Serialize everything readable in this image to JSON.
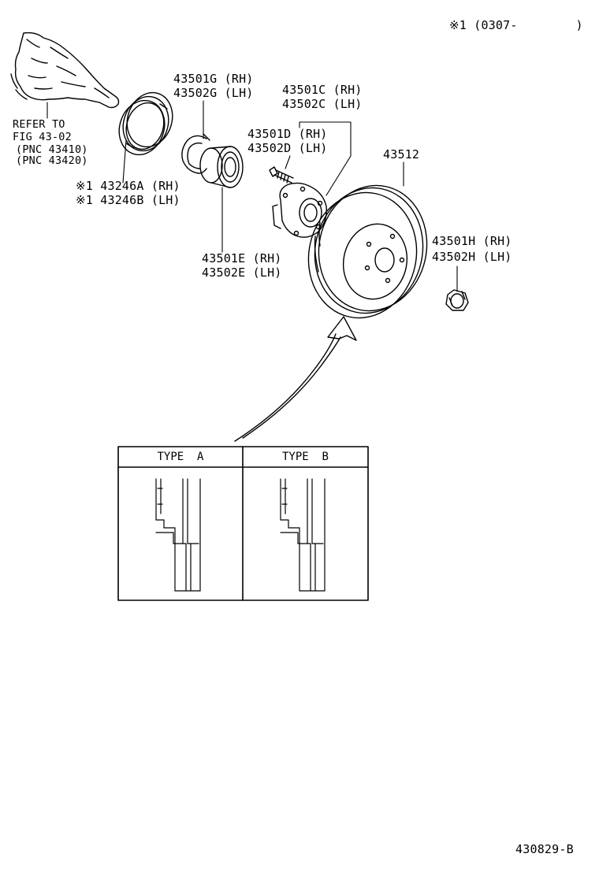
{
  "header": {
    "note": "※1 (0307-        )"
  },
  "refer": {
    "line1": "REFER TO",
    "line2": "FIG 43-02",
    "line3": "(PNC 43410)",
    "line4": "(PNC 43420)"
  },
  "parts": {
    "p43246_rh": "※1 43246A (RH)",
    "p43246_lh": "※1 43246B (LH)",
    "p43501g": "43501G (RH)",
    "p43502g": "43502G (LH)",
    "p43501c": "43501C (RH)",
    "p43502c": "43502C (LH)",
    "p43501d": "43501D (RH)",
    "p43502d": "43502D (LH)",
    "p43512": "43512",
    "p43501e": "43501E (RH)",
    "p43502e": "43502E (LH)",
    "p43501h": "43501H (RH)",
    "p43502h": "43502H (LH)"
  },
  "types": {
    "type_a": "TYPE  A",
    "type_b": "TYPE  B"
  },
  "footer": {
    "figure_code": "430829-B"
  },
  "colors": {
    "ink": "#000000",
    "paper": "#ffffff"
  }
}
